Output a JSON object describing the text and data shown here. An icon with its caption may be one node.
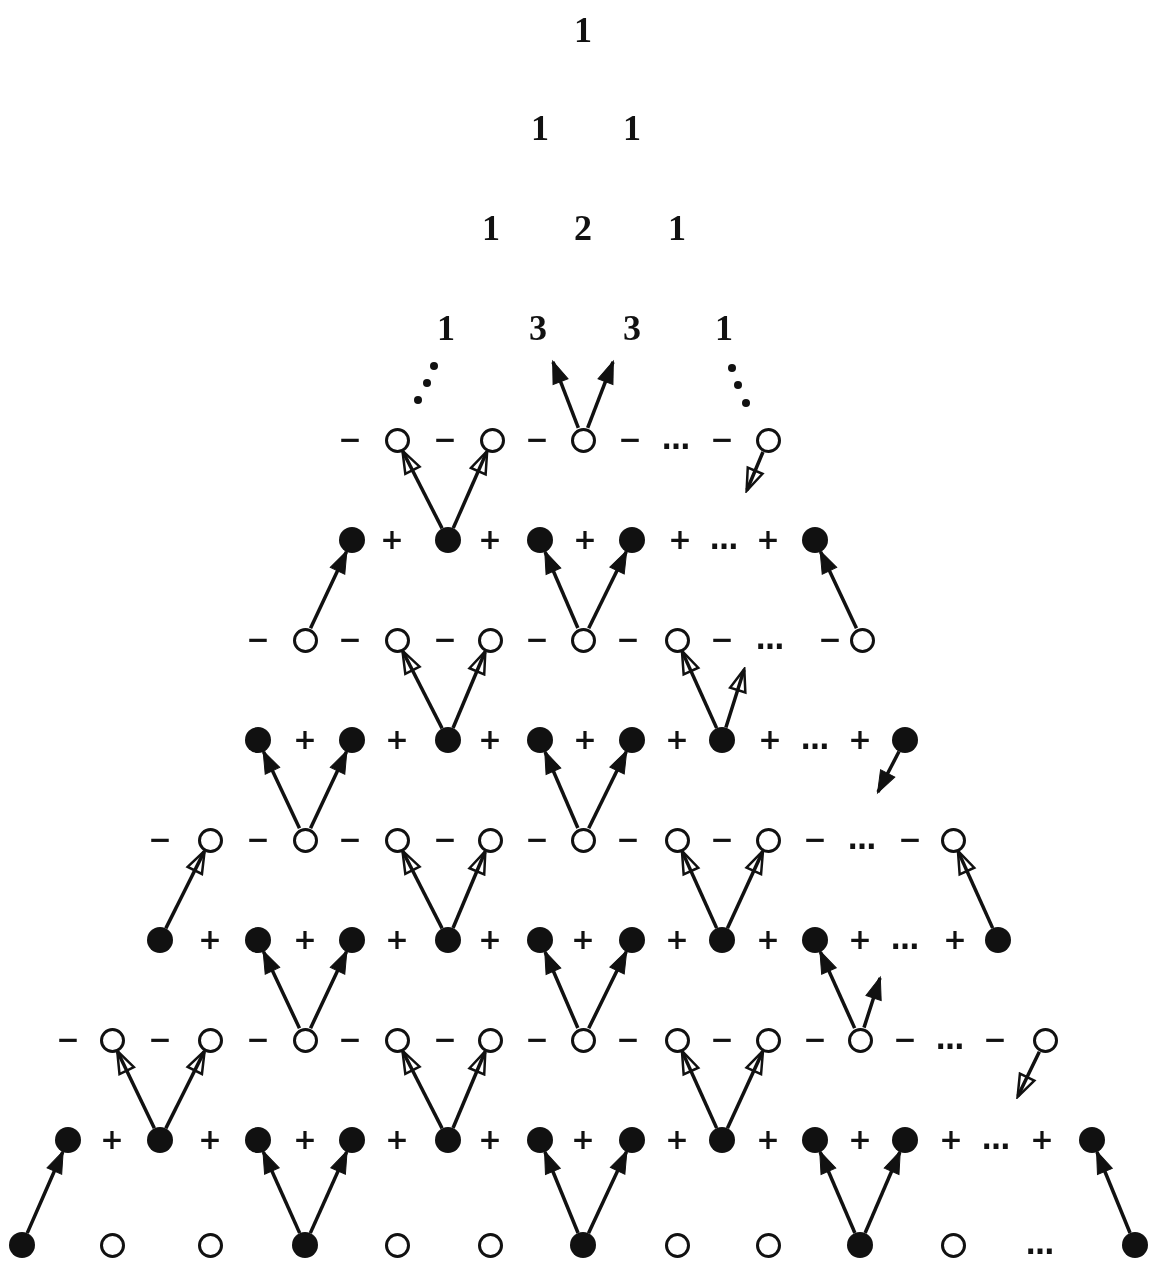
{
  "diagram": {
    "nodes": [
      {
        "text": [],
        "shape": "circle"
      },
      {
        "text": [],
        "shape": "circle"
      },
      {
        "text": [],
        "shape": "circle"
      },
      {
        "text": [],
        "shape": "circle"
      },
      {
        "text": [],
        "shape": "circle"
      },
      {
        "text": [],
        "shape": "circle"
      },
      {
        "text": [],
        "shape": "circle"
      },
      {
        "text": [],
        "shape": "circle"
      },
      {
        "text": [],
        "shape": "circle"
      },
      {
        "text": [],
        "shape": "circle"
      },
      {
        "text": [],
        "shape": "circle"
      },
      {
        "text": [],
        "shape": "circle"
      },
      {
        "text": [],
        "shape": "circle"
      },
      {
        "text": [],
        "shape": "circle"
      },
      {
        "text": [],
        "shape": "circle"
      },
      {
        "text": [],
        "shape": "circle"
      },
      {
        "text": [],
        "shape": "circle"
      },
      {
        "text": [],
        "shape": "circle"
      },
      {
        "text": [],
        "shape": "circle"
      },
      {
        "text": [],
        "shape": "circle"
      },
      {
        "text": [],
        "shape": "circle"
      },
      {
        "text": [],
        "shape": "circle"
      },
      {
        "text": [],
        "shape": "circle"
      },
      {
        "text": [],
        "shape": "circle"
      },
      {
        "text": [],
        "shape": "circle"
      },
      {
        "text": [],
        "shape": "circle"
      },
      {
        "text": [],
        "shape": "circle"
      },
      {
        "text": [],
        "shape": "circle"
      },
      {
        "text": [],
        "shape": "circle"
      },
      {
        "text": [],
        "shape": "circle"
      },
      {
        "text": [],
        "shape": "circle"
      },
      {
        "text": [],
        "shape": "circle"
      },
      {
        "text": [],
        "shape": "circle"
      },
      {
        "text": [],
        "shape": "circle"
      },
      {
        "text": [],
        "shape": "circle"
      },
      {
        "text": [],
        "shape": "circle"
      },
      {
        "text": [],
        "shape": "circle"
      },
      {
        "text": [],
        "shape": "circle"
      },
      {
        "text": [],
        "shape": "circle"
      },
      {
        "text": [],
        "shape": "circle"
      },
      {
        "text": [],
        "shape": "circle"
      },
      {
        "text": [],
        "shape": "circle"
      },
      {
        "text": [],
        "shape": "circle"
      },
      {
        "text": [],
        "shape": "circle"
      },
      {
        "text": [],
        "shape": "circle"
      },
      {
        "text": [],
        "shape": "circle"
      },
      {
        "text": [],
        "shape": "circle"
      },
      {
        "text": [],
        "shape": "circle"
      },
      {
        "text": [],
        "shape": "circle"
      },
      {
        "text": [],
        "shape": "circle"
      },
      {
        "text": [],
        "shape": "circle"
      },
      {
        "text": [],
        "shape": "circle"
      },
      {
        "text": [],
        "shape": "circle"
      },
      {
        "text": [],
        "shape": "circle"
      },
      {
        "text": [],
        "shape": "circle"
      },
      {
        "text": [],
        "shape": "circle"
      },
      {
        "text": [],
        "shape": "circle"
      },
      {
        "text": [],
        "shape": "circle"
      },
      {
        "text": [],
        "shape": "circle"
      },
      {
        "text": [],
        "shape": "circle"
      },
      {
        "text": [],
        "shape": "circle"
      },
      {
        "text": [],
        "shape": "circle"
      },
      {
        "text": [],
        "shape": "circle"
      },
      {
        "text": [],
        "shape": "circle"
      },
      {
        "text": [],
        "shape": "circle"
      },
      {
        "text": [],
        "shape": "circle"
      },
      {
        "text": [],
        "shape": "circle"
      },
      {
        "text": [],
        "shape": "circle"
      },
      {
        "text": [],
        "shape": "circle"
      },
      {
        "text": [],
        "shape": "circle"
      },
      {
        "text": [],
        "shape": "circle"
      },
      {
        "text": [],
        "shape": "circle"
      }
    ],
    "edges": [
      {
        "from": 2,
        "to": null,
        "arrow": "to"
      },
      {
        "from": 2,
        "to": null,
        "arrow": "to"
      },
      {
        "from": 5,
        "to": 0,
        "arrow": "to"
      },
      {
        "from": 5,
        "to": 1,
        "arrow": "to"
      },
      {
        "from": 3,
        "to": null,
        "arrow": "to"
      },
      {
        "from": 9,
        "to": 4,
        "arrow": "to"
      },
      {
        "from": 12,
        "to": 6,
        "arrow": "to"
      },
      {
        "from": 12,
        "to": 7,
        "arrow": "to"
      },
      {
        "from": 14,
        "to": 8,
        "arrow": "to"
      },
      {
        "from": 17,
        "to": 10,
        "arrow": "to"
      },
      {
        "from": 17,
        "to": 11,
        "arrow": "to"
      },
      {
        "from": 20,
        "to": 13,
        "arrow": "to"
      },
      {
        "from": 20,
        "to": null,
        "arrow": "to"
      },
      {
        "from": 23,
        "to": 15,
        "arrow": "to"
      },
      {
        "from": 23,
        "to": 16,
        "arrow": "to"
      },
      {
        "from": 26,
        "to": 18,
        "arrow": "to"
      },
      {
        "from": 26,
        "to": 19,
        "arrow": "to"
      },
      {
        "from": 21,
        "to": null,
        "arrow": "to"
      },
      {
        "from": 30,
        "to": 22,
        "arrow": "to"
      },
      {
        "from": 33,
        "to": 24,
        "arrow": "to"
      },
      {
        "from": 33,
        "to": 25,
        "arrow": "to"
      },
      {
        "from": 36,
        "to": 27,
        "arrow": "to"
      },
      {
        "from": 36,
        "to": 28,
        "arrow": "to"
      },
      {
        "from": 38,
        "to": 29,
        "arrow": "to"
      },
      {
        "from": 41,
        "to": 31,
        "arrow": "to"
      },
      {
        "from": 41,
        "to": 32,
        "arrow": "to"
      },
      {
        "from": 44,
        "to": 34,
        "arrow": "to"
      },
      {
        "from": 44,
        "to": 35,
        "arrow": "to"
      },
      {
        "from": 47,
        "to": 37,
        "arrow": "to"
      },
      {
        "from": 47,
        "to": null,
        "arrow": "to"
      },
      {
        "from": 50,
        "to": 39,
        "arrow": "to"
      },
      {
        "from": 50,
        "to": 40,
        "arrow": "to"
      },
      {
        "from": 53,
        "to": 42,
        "arrow": "to"
      },
      {
        "from": 53,
        "to": 43,
        "arrow": "to"
      },
      {
        "from": 56,
        "to": 45,
        "arrow": "to"
      },
      {
        "from": 56,
        "to": 46,
        "arrow": "to"
      },
      {
        "from": 48,
        "to": null,
        "arrow": "to"
      },
      {
        "from": 60,
        "to": 49,
        "arrow": "to"
      },
      {
        "from": 63,
        "to": 51,
        "arrow": "to"
      },
      {
        "from": 63,
        "to": 52,
        "arrow": "to"
      },
      {
        "from": 66,
        "to": 54,
        "arrow": "to"
      },
      {
        "from": 66,
        "to": 55,
        "arrow": "to"
      },
      {
        "from": 69,
        "to": 57,
        "arrow": "to"
      },
      {
        "from": 69,
        "to": 58,
        "arrow": "to"
      },
      {
        "from": 71,
        "to": 59,
        "arrow": "to"
      }
    ],
    "labels": [
      "1",
      "1",
      "1",
      "1",
      "2",
      "1",
      "1",
      "3",
      "3",
      "1",
      "−",
      "−",
      "−",
      "−",
      "…",
      "−",
      "+",
      "+",
      "+",
      "+",
      "…",
      "+",
      "−",
      "−",
      "−",
      "−",
      "−",
      "−",
      "…",
      "−",
      "+",
      "+",
      "+",
      "+",
      "+",
      "+",
      "…",
      "+",
      "−",
      "−",
      "−",
      "−",
      "−",
      "−",
      "−",
      "−",
      "…",
      "−",
      "+",
      "+",
      "+",
      "+",
      "+",
      "+",
      "+",
      "+",
      "…",
      "+",
      "−",
      "−",
      "−",
      "−",
      "−",
      "−",
      "−",
      "−",
      "−",
      "−",
      "…",
      "−",
      "+",
      "+",
      "+",
      "+",
      "+",
      "+",
      "+",
      "+",
      "+",
      "+",
      "…",
      "+",
      "…"
    ]
  }
}
